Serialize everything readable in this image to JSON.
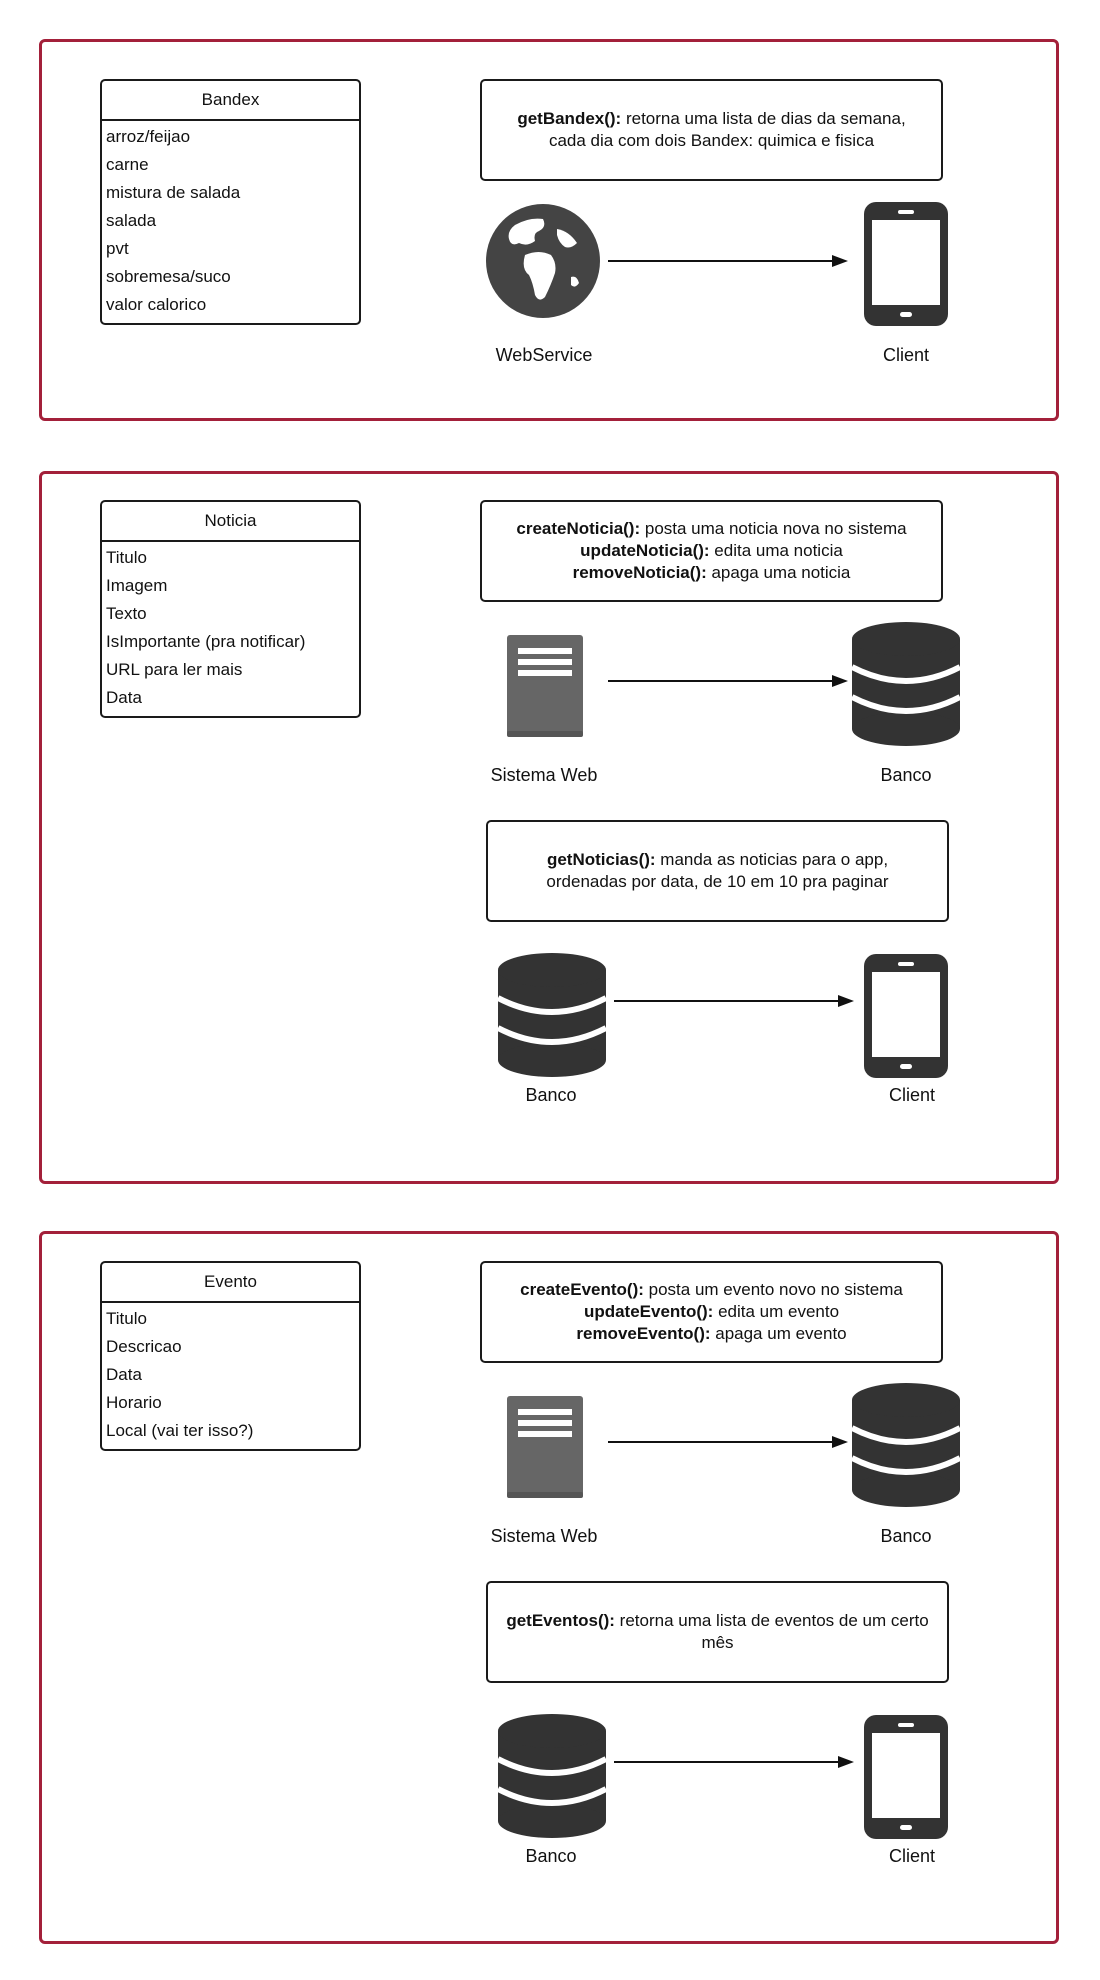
{
  "colors": {
    "section_border": "#a3203a",
    "icon_dark": "#333333",
    "server_gray": "#666666"
  },
  "bandex": {
    "entity": {
      "title": "Bandex",
      "fields": [
        "arroz/feijao",
        "carne",
        "mistura de salada",
        "salada",
        "pvt",
        "sobremesa/suco",
        "valor calorico"
      ]
    },
    "note": {
      "lines": [
        {
          "bold": "getBandex():",
          "text": " retorna uma lista de dias da semana,"
        },
        {
          "bold": "",
          "text": "cada dia com dois Bandex: quimica e fisica"
        }
      ]
    },
    "flow": {
      "from_label": "WebService",
      "to_label": "Client",
      "from_icon": "globe-icon",
      "to_icon": "phone-icon"
    }
  },
  "noticia": {
    "entity": {
      "title": "Noticia",
      "fields": [
        "Titulo",
        "Imagem",
        "Texto",
        "IsImportante (pra notificar)",
        "URL para ler mais",
        "Data"
      ]
    },
    "note1": {
      "lines": [
        {
          "bold": "createNoticia():",
          "text": " posta uma noticia nova no sistema"
        },
        {
          "bold": "updateNoticia():",
          "text": " edita uma noticia"
        },
        {
          "bold": "removeNoticia():",
          "text": " apaga uma noticia"
        }
      ]
    },
    "flow1": {
      "from_label": "Sistema Web",
      "to_label": "Banco",
      "from_icon": "server-icon",
      "to_icon": "database-icon"
    },
    "note2": {
      "lines": [
        {
          "bold": "getNoticias():",
          "text": " manda as noticias para o app,"
        },
        {
          "bold": "",
          "text": "ordenadas por data, de 10 em 10 pra paginar"
        }
      ]
    },
    "flow2": {
      "from_label": "Banco",
      "to_label": "Client",
      "from_icon": "database-icon",
      "to_icon": "phone-icon"
    }
  },
  "evento": {
    "entity": {
      "title": "Evento",
      "fields": [
        "Titulo",
        "Descricao",
        "Data",
        "Horario",
        "Local (vai ter isso?)"
      ]
    },
    "note1": {
      "lines": [
        {
          "bold": "createEvento():",
          "text": " posta um evento novo no sistema"
        },
        {
          "bold": "updateEvento():",
          "text": " edita um evento"
        },
        {
          "bold": "removeEvento():",
          "text": " apaga um evento"
        }
      ]
    },
    "flow1": {
      "from_label": "Sistema Web",
      "to_label": "Banco",
      "from_icon": "server-icon",
      "to_icon": "database-icon"
    },
    "note2": {
      "lines": [
        {
          "bold": "getEventos():",
          "text": " retorna uma lista de eventos de um certo"
        },
        {
          "bold": "",
          "text": "mês"
        }
      ]
    },
    "flow2": {
      "from_label": "Banco",
      "to_label": "Client",
      "from_icon": "database-icon",
      "to_icon": "phone-icon"
    }
  }
}
